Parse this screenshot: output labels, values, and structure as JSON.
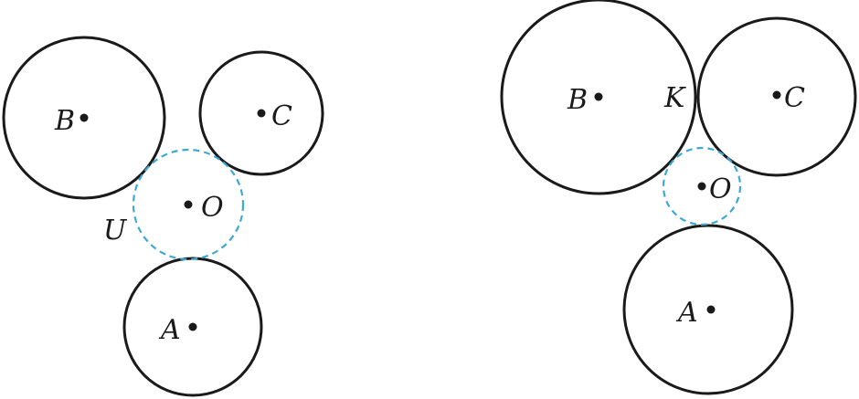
{
  "colors": {
    "stroke": "#1a1a1a",
    "dashed": "#3fa9d6",
    "background": "#ffffff"
  },
  "figure_left": {
    "labels": {
      "A": "A",
      "B": "B",
      "C": "C",
      "O": "O",
      "U": "U"
    }
  },
  "figure_right": {
    "labels": {
      "A": "A",
      "B": "B",
      "C": "C",
      "O": "O",
      "K": "K"
    }
  }
}
